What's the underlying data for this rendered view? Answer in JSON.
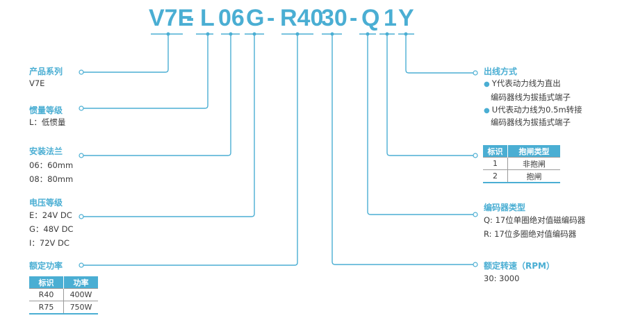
{
  "model_code": {
    "segments": [
      "V7E",
      "-",
      "L",
      "06",
      "G",
      "-",
      "R40",
      "30",
      "-",
      "Q",
      "1",
      "Y"
    ]
  },
  "accent_color": "#4aaed3",
  "left": {
    "series": {
      "title": "产品系列",
      "lines": [
        "V7E"
      ]
    },
    "inertia": {
      "title": "惯量等级",
      "lines": [
        "L：低惯量"
      ]
    },
    "flange": {
      "title": "安装法兰",
      "lines": [
        "06：60mm",
        "08：80mm"
      ]
    },
    "voltage": {
      "title": "电压等级",
      "lines": [
        "E：24V DC",
        "G：48V DC",
        "I：72V DC"
      ]
    },
    "power": {
      "title": "额定功率",
      "table": {
        "headers": [
          "标识",
          "功率"
        ],
        "rows": [
          [
            "R40",
            "400W"
          ],
          [
            "R75",
            "750W"
          ]
        ]
      }
    }
  },
  "right": {
    "outlet": {
      "title": "出线方式",
      "bullets": [
        {
          "line1": "Y代表动力线为直出",
          "line2": "编码器线为拔插式端子"
        },
        {
          "line1": "U代表动力线为0.5m转接",
          "line2": "编码器线为拔插式端子"
        }
      ]
    },
    "brake": {
      "table": {
        "headers": [
          "标识",
          "抱闸类型"
        ],
        "rows": [
          [
            "1",
            "非抱闸"
          ],
          [
            "2",
            "抱闸"
          ]
        ]
      }
    },
    "encoder": {
      "title": "编码器类型",
      "lines": [
        "Q: 17位单圈绝对值磁编码器",
        "R: 17位多圈绝对值编码器"
      ]
    },
    "speed": {
      "title": "额定转速（RPM）",
      "lines": [
        "30: 3000"
      ]
    }
  }
}
